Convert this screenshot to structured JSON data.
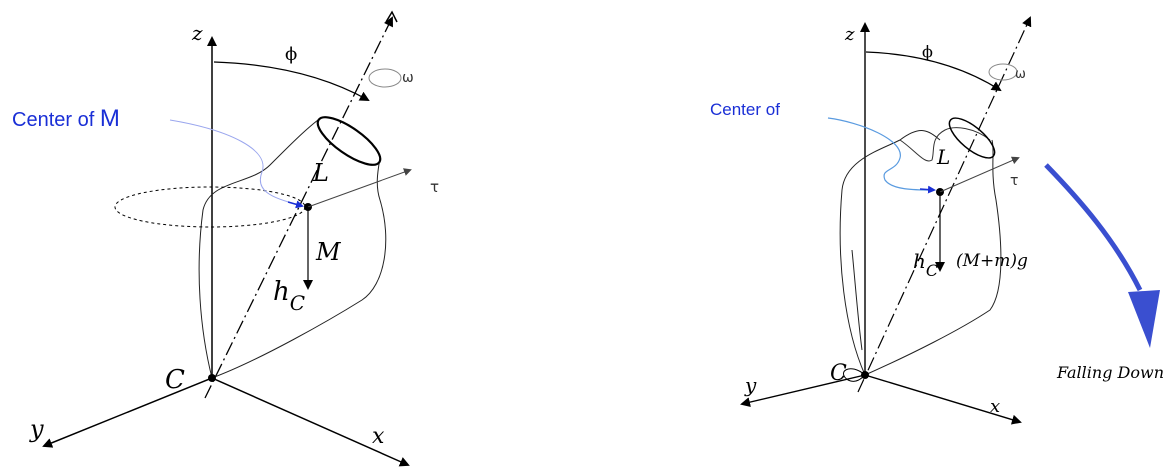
{
  "left_diagram": {
    "z_label": "z",
    "phi_label": "ϕ",
    "omega_label": "ω",
    "tau_label": "τ",
    "center_label_prefix": "Center of ",
    "center_label_mass": "M",
    "L_label": "L",
    "M_label": "M",
    "h_label": "h",
    "h_sub": "C",
    "C_label": "C",
    "y_label": "y",
    "x_label": "x"
  },
  "right_diagram": {
    "z_label": "z",
    "phi_label": "ϕ",
    "omega_label": "ω",
    "tau_label": "τ",
    "center_label": "Center of",
    "L_label": "L",
    "force_label": "(M+m)g",
    "h_label": "h",
    "h_sub": "C",
    "C_label": "C",
    "y_label": "y",
    "x_label": "x",
    "falling_label": "Falling Down"
  },
  "colors": {
    "annotation_blue": "#1a2fd6",
    "arrow_blue": "#3a4fd0",
    "line": "#000000"
  }
}
